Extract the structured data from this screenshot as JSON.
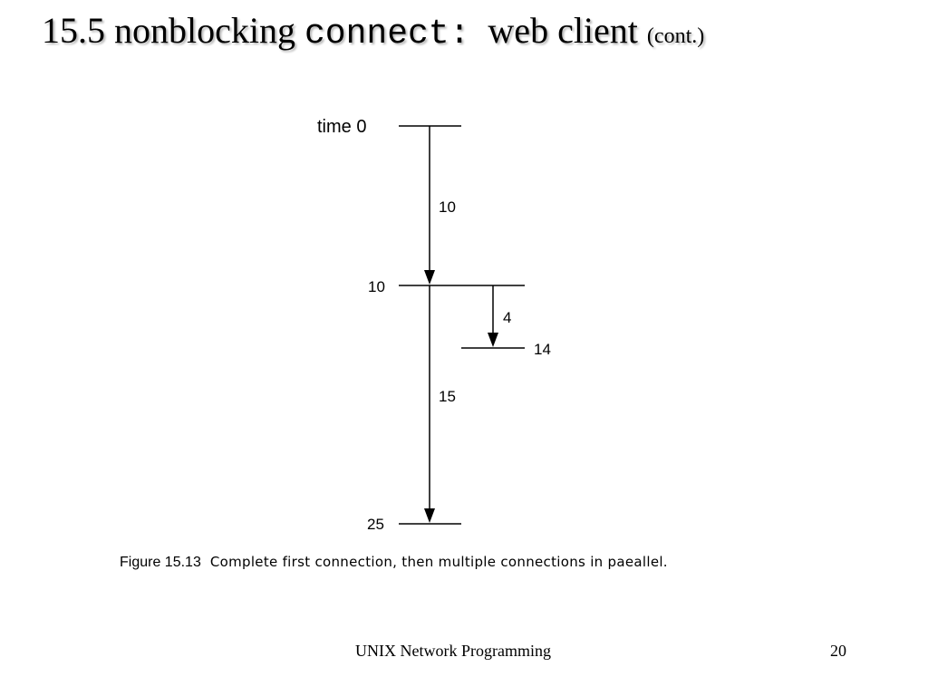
{
  "title": {
    "part1": "15.5 nonblocking ",
    "mono": "connect:",
    "part2": "  web client ",
    "small": "(cont.)"
  },
  "diagram": {
    "time_labels": [
      "time 0",
      "10",
      "14",
      "25"
    ],
    "durations": [
      "10",
      "4",
      "15"
    ]
  },
  "caption": {
    "label": "Figure 15.13",
    "text": "Complete first connection, then multiple connections in paeallel."
  },
  "footer": {
    "title": "UNIX Network Programming",
    "page": "20"
  }
}
